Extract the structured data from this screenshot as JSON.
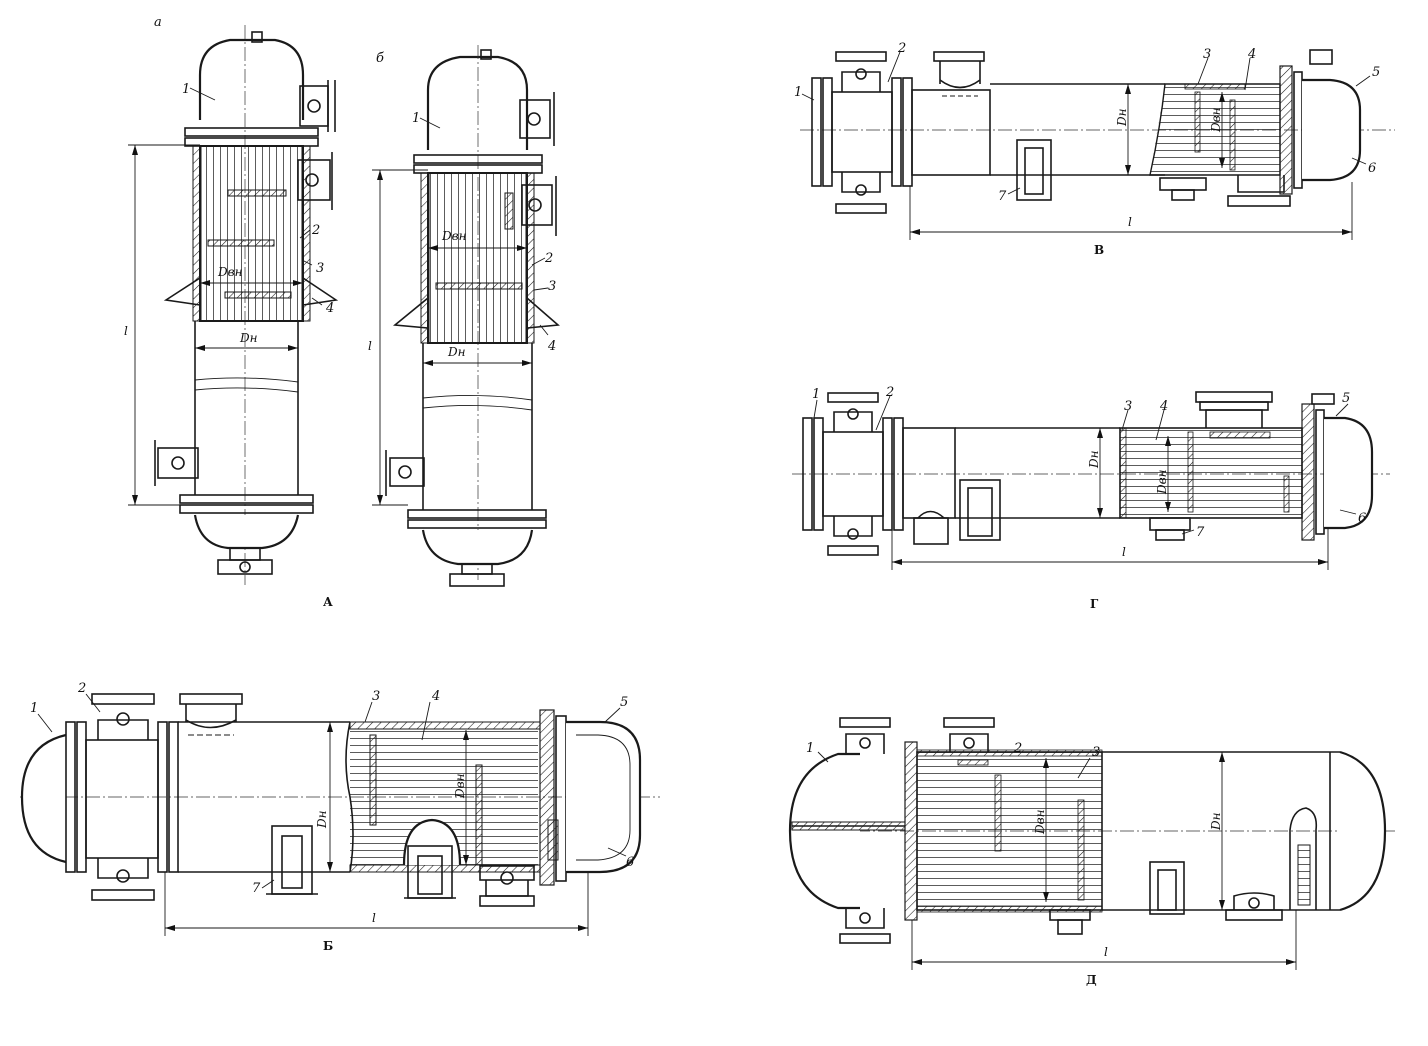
{
  "figures": {
    "A": {
      "caption": "А",
      "sub_a": "а",
      "sub_b": "б",
      "a_labels": [
        "1",
        "2",
        "3",
        "4"
      ],
      "b_labels": [
        "1",
        "2",
        "3",
        "4"
      ],
      "dims": {
        "length": "l",
        "outer": "Dн",
        "inner": "Dвн"
      }
    },
    "B": {
      "caption": "Б",
      "labels": [
        "1",
        "2",
        "3",
        "4",
        "5",
        "6",
        "7"
      ],
      "dims": {
        "length": "l",
        "outer": "Dн",
        "inner": "Dвн"
      }
    },
    "V": {
      "caption": "В",
      "labels": [
        "1",
        "2",
        "3",
        "4",
        "5",
        "6",
        "7"
      ],
      "dims": {
        "length": "l",
        "outer": "Dн",
        "inner": "Dвн"
      }
    },
    "G": {
      "caption": "Г",
      "labels": [
        "1",
        "2",
        "3",
        "4",
        "5",
        "6",
        "7"
      ],
      "dims": {
        "length": "l",
        "outer": "Dн",
        "inner": "Dвн"
      }
    },
    "D": {
      "caption": "Д",
      "labels": [
        "1",
        "2",
        "3"
      ],
      "dims": {
        "length": "l",
        "outer": "Dн",
        "inner": "Dвн"
      }
    }
  }
}
